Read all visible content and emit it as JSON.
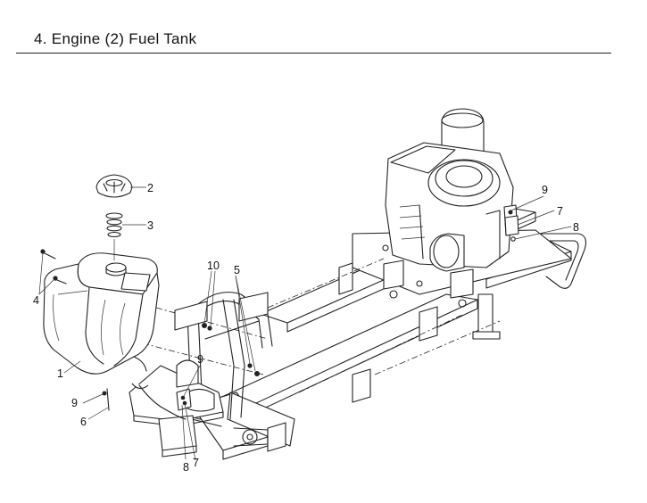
{
  "page": {
    "title": "4. Engine (2) Fuel Tank"
  },
  "callouts": [
    {
      "id": "c2",
      "text": "2"
    },
    {
      "id": "c3",
      "text": "3"
    },
    {
      "id": "c4",
      "text": "4"
    },
    {
      "id": "c1",
      "text": "1"
    },
    {
      "id": "c10",
      "text": "10"
    },
    {
      "id": "c5",
      "text": "5"
    },
    {
      "id": "c9a",
      "text": "9"
    },
    {
      "id": "c9b",
      "text": "9"
    },
    {
      "id": "c6",
      "text": "6"
    },
    {
      "id": "c8a",
      "text": "8"
    },
    {
      "id": "c7a",
      "text": "7"
    },
    {
      "id": "c9c",
      "text": "9"
    },
    {
      "id": "c7b",
      "text": "7"
    },
    {
      "id": "c8b",
      "text": "8"
    }
  ]
}
